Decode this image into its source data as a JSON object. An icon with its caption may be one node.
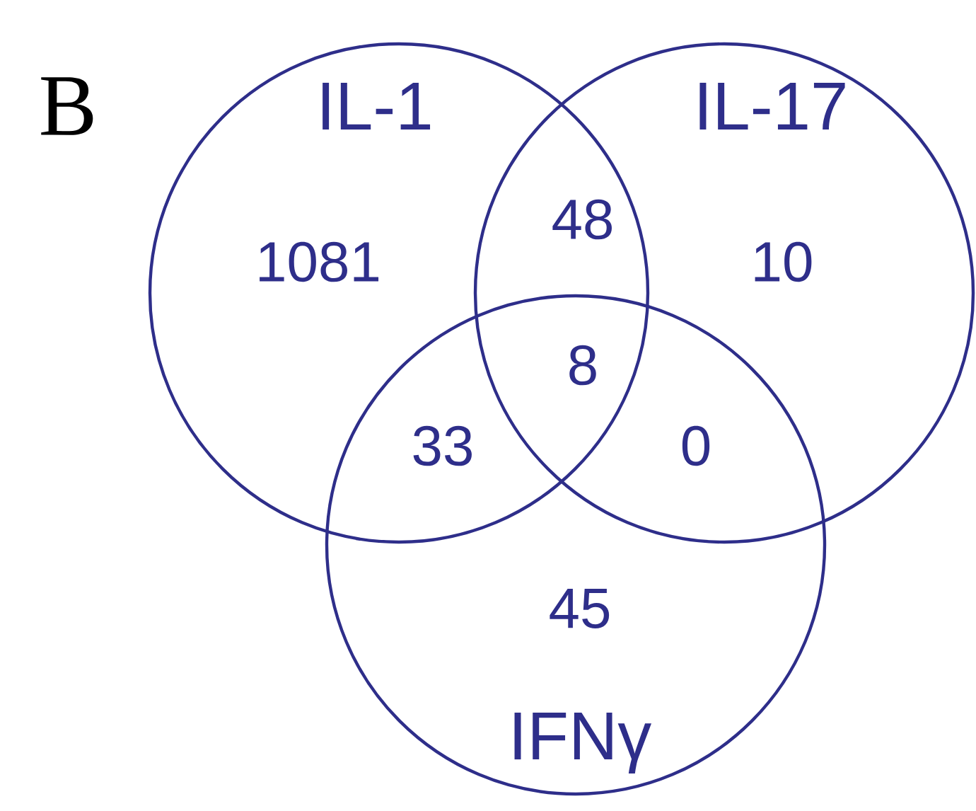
{
  "diagram": {
    "nodes": [
      {
        "text": [
          "IL-1"
        ]
      },
      {
        "text": [
          "IL-17"
        ]
      },
      {
        "text": [
          "IFNγ"
        ]
      }
    ],
    "edges": [],
    "labels": [
      "B",
      "48",
      "1081",
      "10",
      "8",
      "33",
      "0",
      "45"
    ]
  }
}
